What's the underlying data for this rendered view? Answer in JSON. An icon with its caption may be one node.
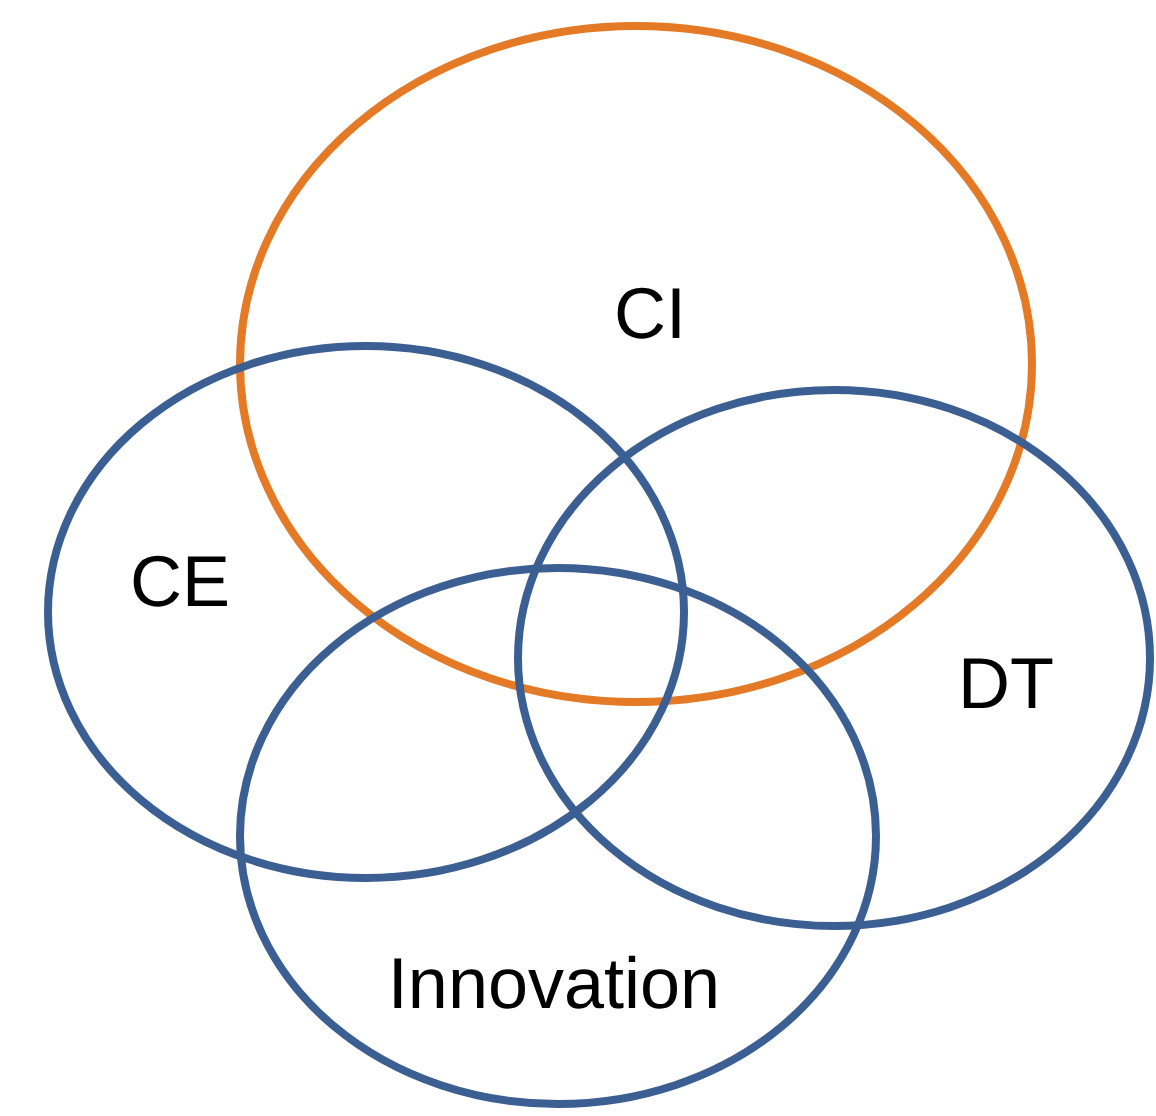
{
  "diagram": {
    "nodes": [
      {
        "text": [
          "CI"
        ]
      },
      {
        "text": [
          "CE"
        ]
      },
      {
        "text": [
          "DT"
        ]
      },
      {
        "text": [
          "Innovation"
        ]
      }
    ]
  }
}
